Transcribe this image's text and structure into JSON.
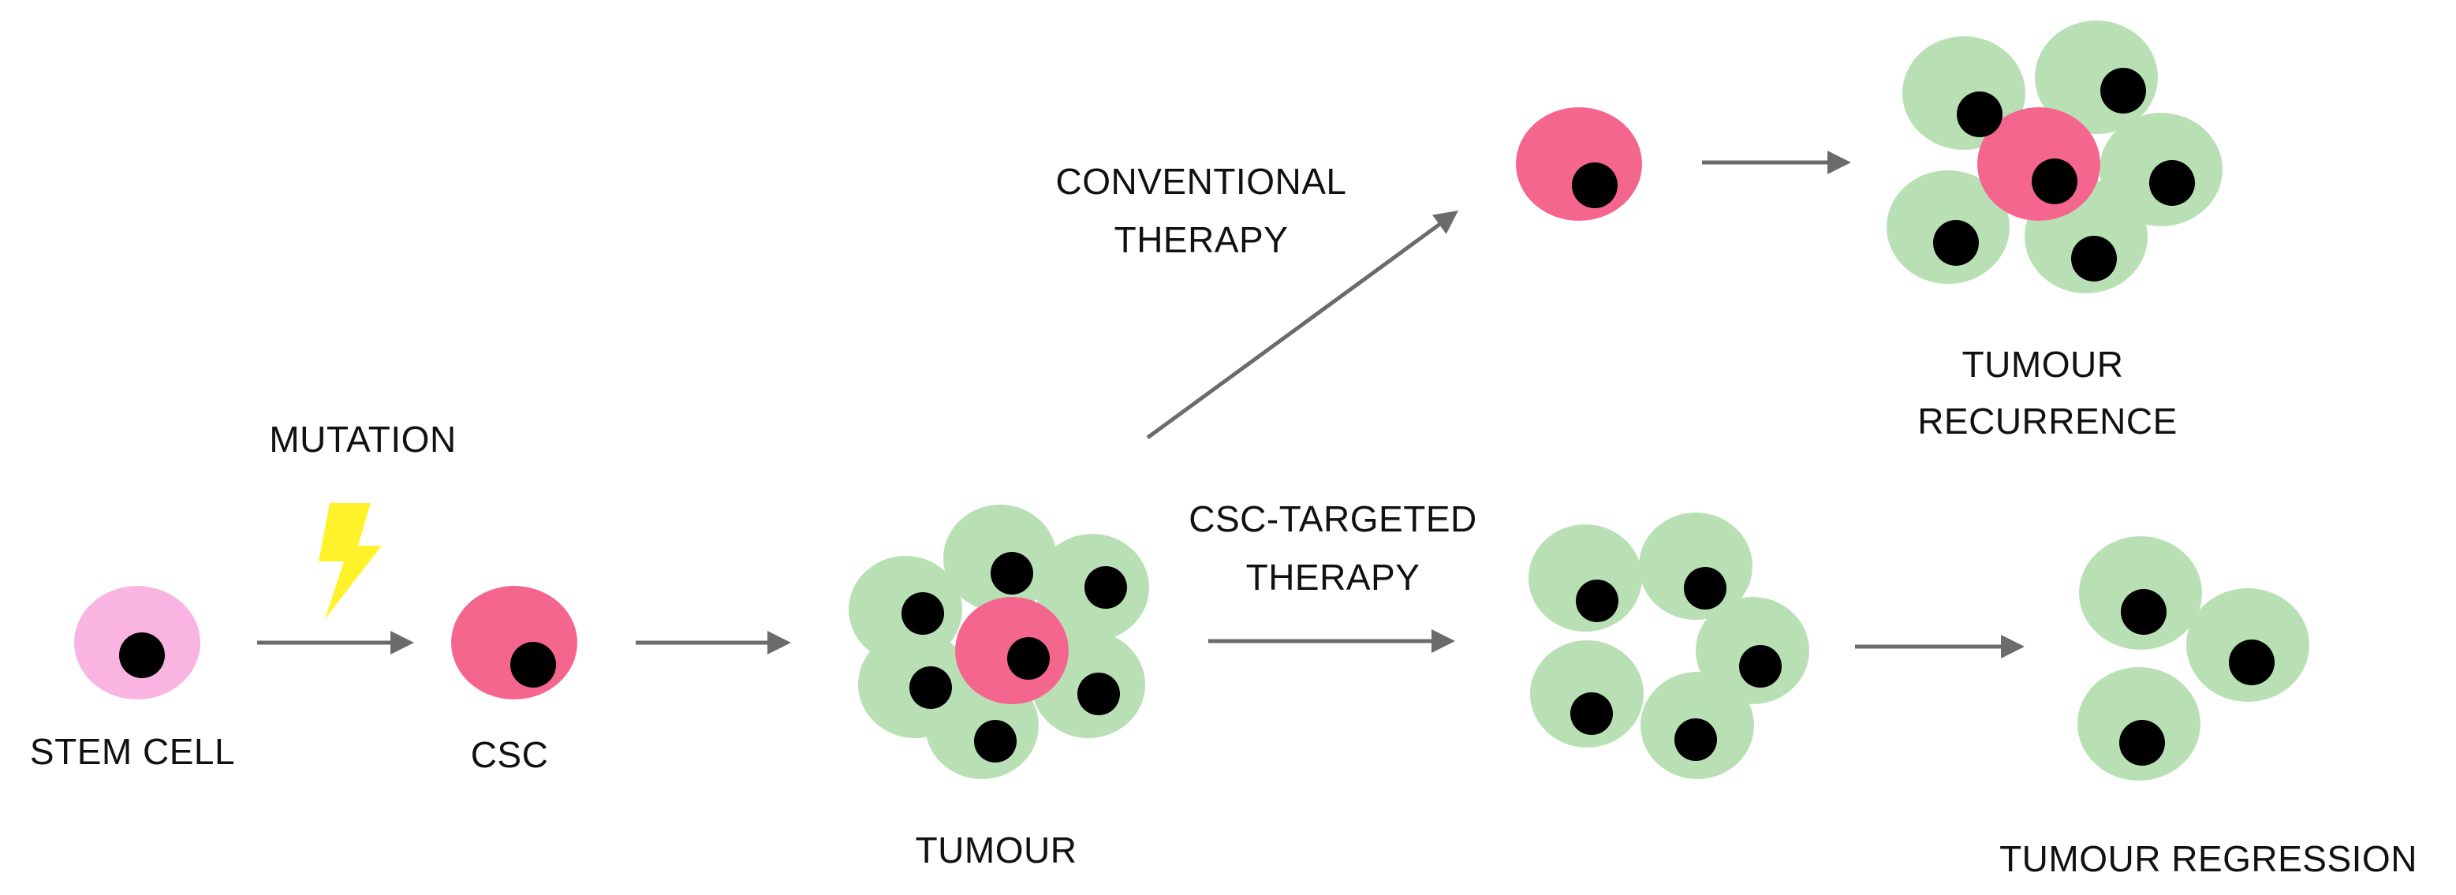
{
  "colors": {
    "stem_cell": "#f9b4e1",
    "csc": "#f5668f",
    "tumour_cell": "#b9e0b4",
    "nucleus": "#000000",
    "arrow": "#6b6b6b",
    "lightning": "#fff22a"
  },
  "icons": {
    "mutation": "lightning-bolt-icon"
  },
  "labels": {
    "stem_cell": "STEM CELL",
    "mutation": "MUTATION",
    "csc": "CSC",
    "tumour": "TUMOUR",
    "conventional_therapy_line1": "CONVENTIONAL",
    "conventional_therapy_line2": "THERAPY",
    "csc_targeted_therapy_line1": "CSC-TARGETED",
    "csc_targeted_therapy_line2": "THERAPY",
    "tumour_recurrence_line1": "TUMOUR",
    "tumour_recurrence_line2": "RECURRENCE",
    "tumour_regression": "TUMOUR REGRESSION"
  }
}
